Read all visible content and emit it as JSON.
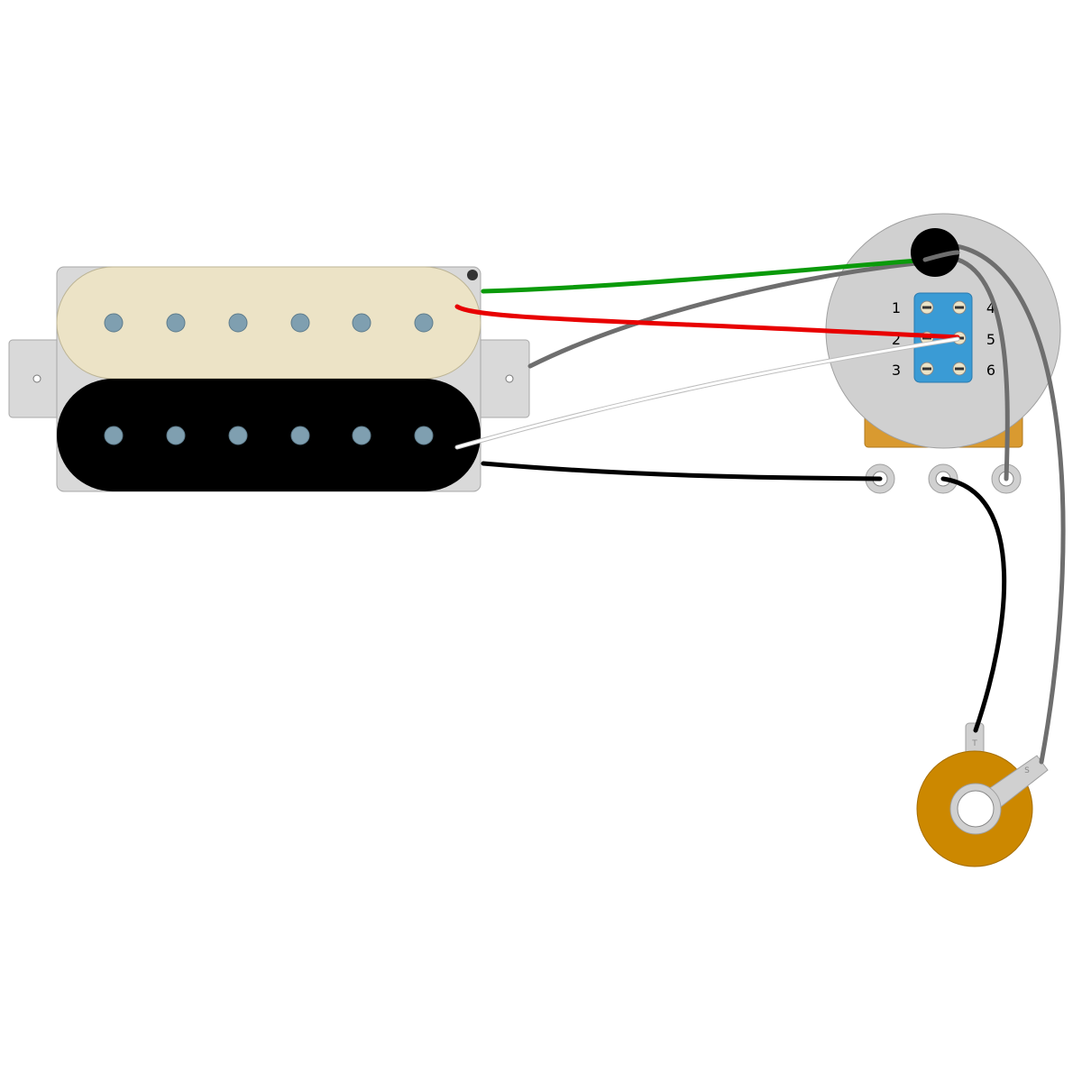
{
  "diagram": {
    "switch_labels": {
      "lug1": "1",
      "lug2": "2",
      "lug3": "3",
      "lug4": "4",
      "lug5": "5",
      "lug6": "6"
    },
    "jack_labels": {
      "tip": "T",
      "sleeve": "S"
    }
  },
  "colors": {
    "bobbin_cream": "#ECE3C6",
    "bobbin_black": "#000000",
    "pole_piece": "#7F9FB0",
    "pickup_base": "#D9D9D9",
    "pot_body": "#D0D0D0",
    "pot_bottom": "#D99A30",
    "switch_block": "#3A9BD5",
    "jack_ring": "#CC8800",
    "wire_green": "#0A9A0A",
    "wire_red": "#E80000",
    "wire_white": "#FFFFFF",
    "wire_black": "#000000",
    "wire_gray": "#6E6E6E"
  }
}
